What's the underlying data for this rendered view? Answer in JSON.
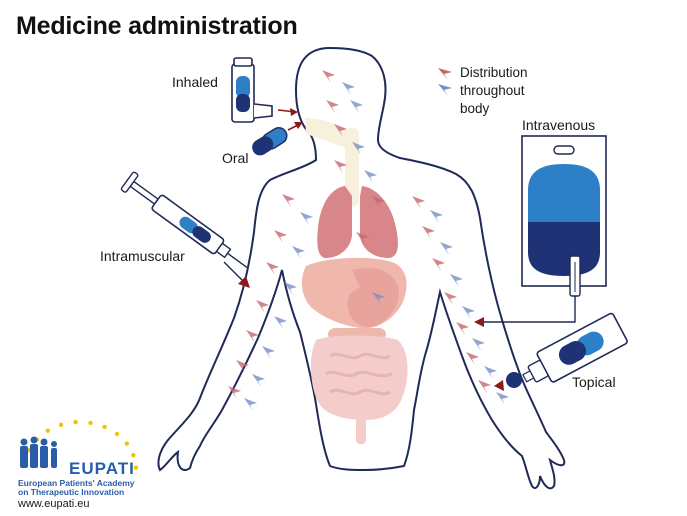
{
  "title": "Medicine administration",
  "legend": {
    "line1": "Distribution",
    "line2": "throughout body",
    "colors": {
      "red": "#c4686e",
      "blue": "#7b8fc6"
    }
  },
  "routes": {
    "inhaled": "Inhaled",
    "oral": "Oral",
    "intramuscular": "Intramuscular",
    "intravenous": "Intravenous",
    "topical": "Topical"
  },
  "logo": {
    "brand": "EUPATI",
    "line1": "European Patients' Academy",
    "line2": "on Therapeutic Innovation",
    "url": "www.eupati.eu"
  },
  "colors": {
    "outline": "#1f2a57",
    "medicine_light": "#2d7fc7",
    "medicine_dark": "#1f3275",
    "lungs": "#d9868b",
    "liver": "#f0b7ad",
    "intestine": "#f4cccc",
    "arrow_dark": "#8b1a1a"
  }
}
